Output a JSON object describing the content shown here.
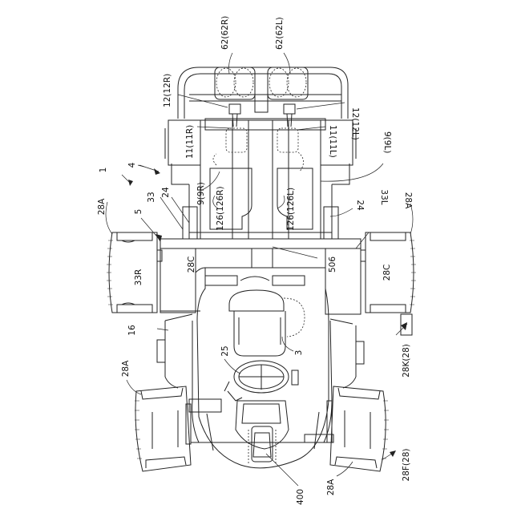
{
  "labels": {
    "l62r": "62(62R)",
    "l62l": "62(62L)",
    "l12r": "12(12R)",
    "l12l": "12(12L)",
    "l11r": "11(11R)",
    "l11l": "11(11L)",
    "l9r": "9(9R)",
    "l9l": "9(9L)",
    "l126r": "126(126R)",
    "l126l": "126(126L)",
    "l1": "1",
    "l4": "4",
    "l5": "5",
    "l33": "33",
    "l24a": "24",
    "l24b": "24",
    "l28a_tl": "28A",
    "l28a_tr": "28A",
    "l28a_bl": "28A",
    "l28a_br": "28A",
    "l33l": "33L",
    "l33r": "33R",
    "l28c_l": "28C",
    "l28c_r": "28C",
    "l506": "506",
    "l16": "16",
    "l25": "25",
    "l3": "3",
    "l28k": "28K(28)",
    "l28f": "28F(28)",
    "l400": "400"
  }
}
